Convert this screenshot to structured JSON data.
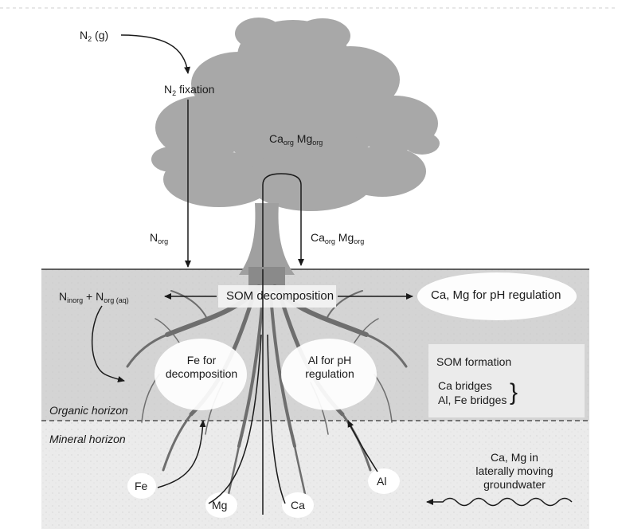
{
  "labels": {
    "n2_gas": {
      "base": "N",
      "sub": "2",
      "rest": " (g)"
    },
    "n2_fixation": {
      "base": "N",
      "sub": "2",
      "rest": " fixation"
    },
    "ca_mg_org_canopy": {
      "ca": "Ca",
      "ca_sub": "org",
      "mg": " Mg",
      "mg_sub": "org"
    },
    "n_org": {
      "base": "N",
      "sub": "org"
    },
    "ca_mg_org_litter": {
      "ca": "Ca",
      "ca_sub": "org",
      "mg": " Mg",
      "mg_sub": "org"
    },
    "n_inorg_aq": {
      "n1": "N",
      "n1_sub": "inorg",
      "plus": " + N",
      "n2_sub": "org (aq)"
    },
    "som_decomposition": "SOM decomposition",
    "ca_mg_ph": "Ca, Mg for pH regulation",
    "fe_decomposition": {
      "line1": "Fe for",
      "line2": "decomposition"
    },
    "al_ph": {
      "line1": "Al for pH",
      "line2": "regulation"
    },
    "som_formation": "SOM formation",
    "ca_bridges": "Ca bridges",
    "al_fe_bridges": "Al, Fe bridges",
    "brace": "}",
    "organic_horizon": "Organic horizon",
    "mineral_horizon": "Mineral horizon",
    "fe": "Fe",
    "mg": "Mg",
    "ca": "Ca",
    "al": "Al",
    "groundwater": {
      "line1": "Ca, Mg in",
      "line2": "laterally moving",
      "line3": "groundwater"
    }
  },
  "colors": {
    "organic_layer": "#d4d4d4",
    "mineral_layer": "#ebebeb",
    "tree": "#a8a8a8",
    "roots": "#6e6e6e",
    "oval_fill": "#ffffff",
    "arrow": "#1a1a1a"
  }
}
